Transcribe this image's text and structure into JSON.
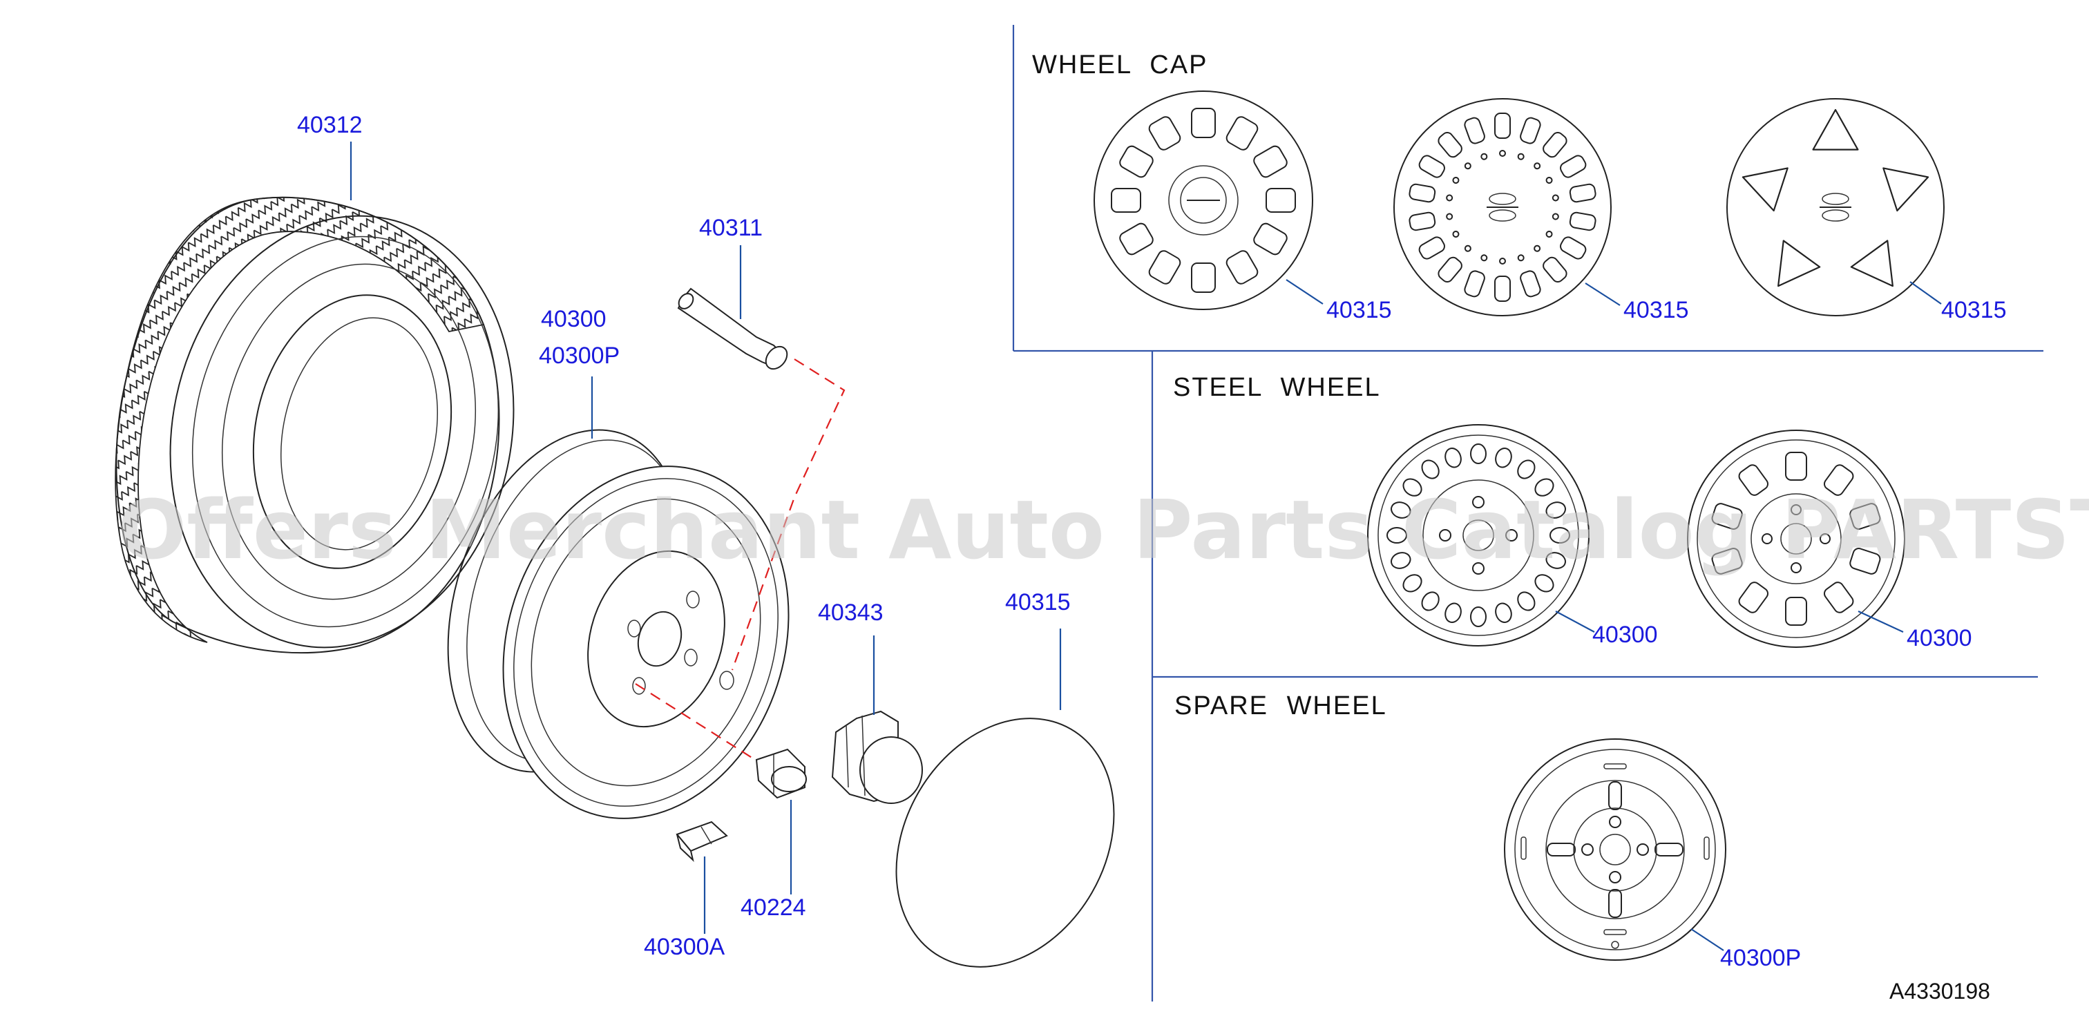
{
  "sections": {
    "wheel_cap": "WHEEL  CAP",
    "steel_wheel": "STEEL  WHEEL",
    "spare_wheel": "SPARE  WHEEL"
  },
  "callouts": {
    "tire": "40312",
    "valve": "40311",
    "wheel": "40300",
    "wheel_p": "40300P",
    "center_cap": "40343",
    "wheel_cover": "40315",
    "nut": "40224",
    "balance_weight": "40300A",
    "cap_1": "40315",
    "cap_2": "40315",
    "cap_3": "40315",
    "steel_1": "40300",
    "steel_2": "40300",
    "spare": "40300P"
  },
  "diagram_code": "A4330198",
  "watermark": "Offers Merchant Auto Parts Catalog PARTSTORE.SA"
}
